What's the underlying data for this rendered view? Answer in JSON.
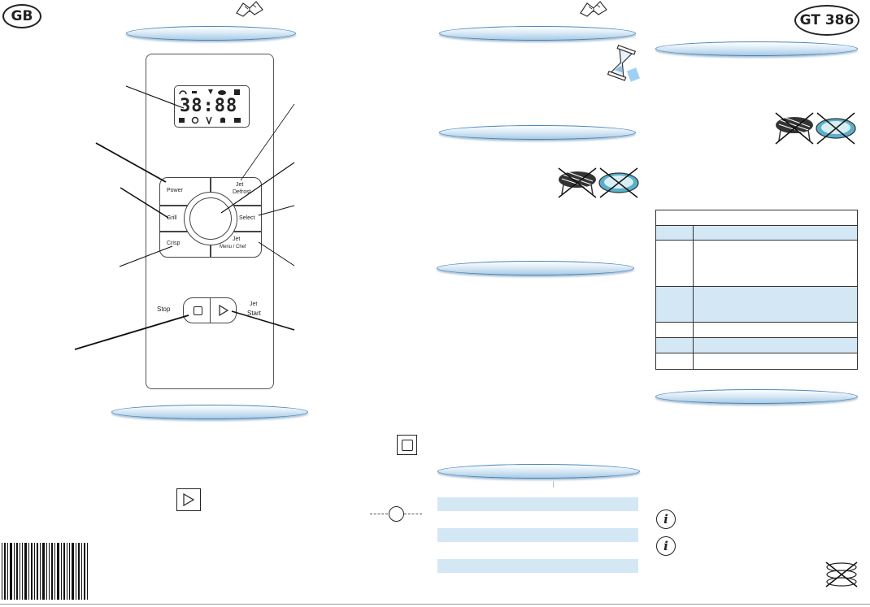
{
  "header": {
    "language_badge": "GB",
    "model_badge": "GT 386"
  },
  "control_panel": {
    "display_digits": "38:88",
    "buttons": {
      "power": "Power",
      "jet_defrost_line1": "Jet",
      "jet_defrost_line2": "Defrost",
      "grill": "Grill",
      "select": "Select",
      "crisp": "Crisp",
      "jet_menu_line1": "Jet",
      "jet_menu_line2": "Menu / Chef",
      "stop": "Stop",
      "jet_start_line1": "Jet",
      "jet_start_line2": "Start"
    }
  },
  "icons": {
    "stop": "stop-square-icon",
    "start": "play-triangle-icon",
    "no_grill_rack": "crossed-out-rack-icon",
    "no_plate": "crossed-out-glass-plate-icon",
    "info": "info-icon",
    "book": "manual-book-icon",
    "hourglass": "hourglass-icon"
  }
}
